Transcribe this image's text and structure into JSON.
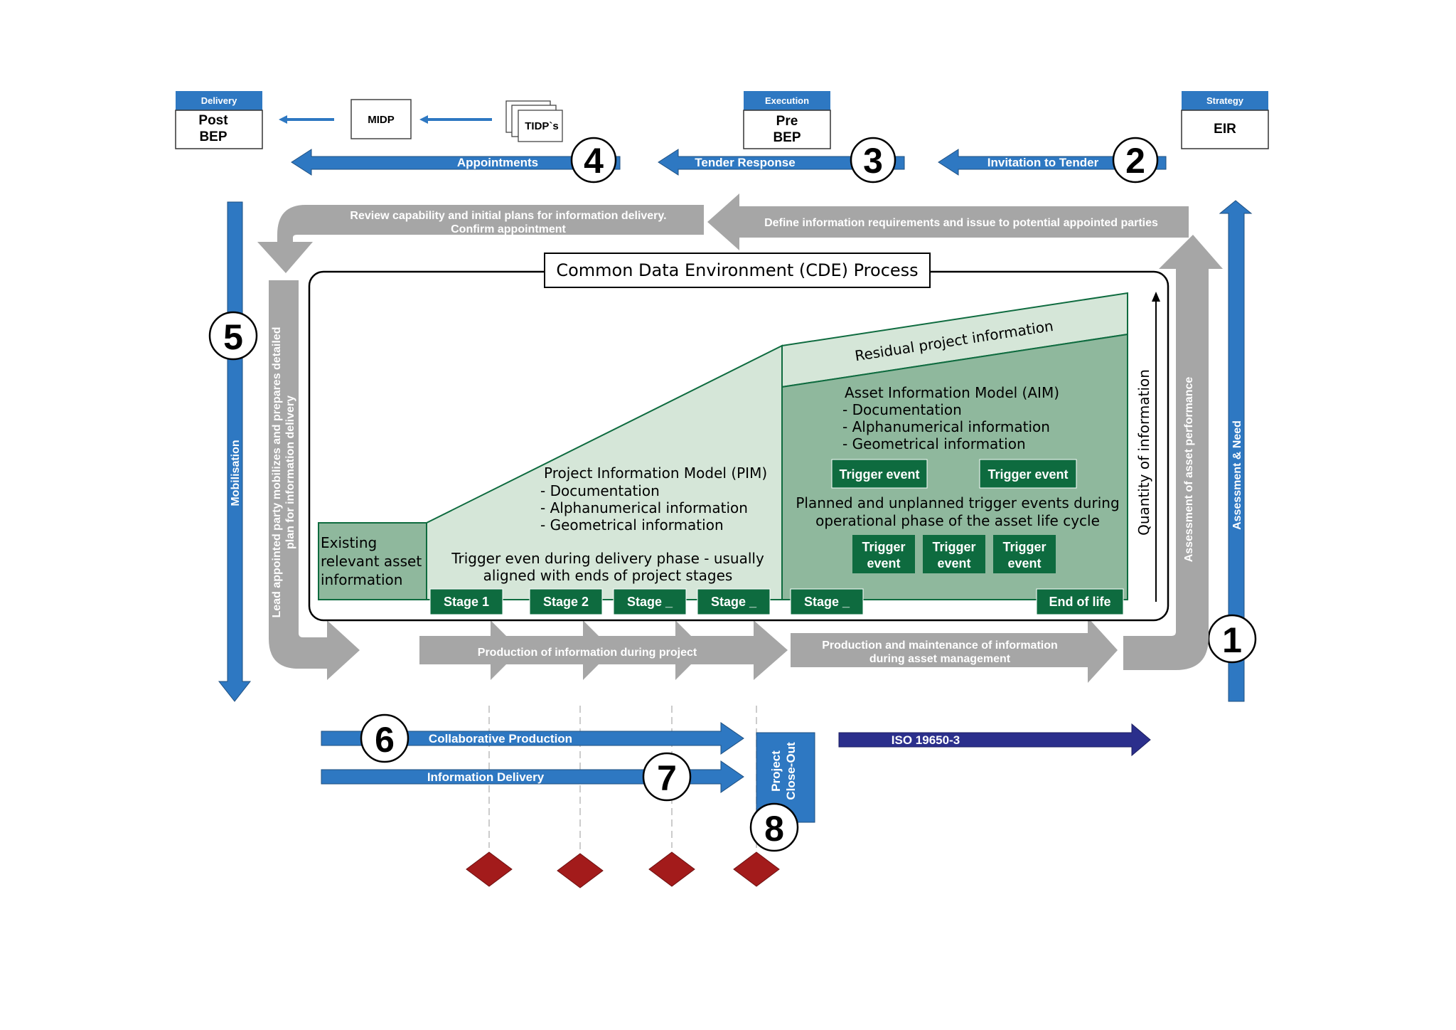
{
  "cde_title": "Common Data Environment (CDE) Process",
  "boxes": {
    "delivery": {
      "header": "Delivery",
      "line1": "Post",
      "line2": "BEP"
    },
    "midp": "MIDP",
    "tidp": "TIDP`s",
    "execution": {
      "header": "Execution",
      "line1": "Pre",
      "line2": "BEP"
    },
    "strategy": {
      "header": "Strategy",
      "line1": "EIR"
    }
  },
  "top_arrows": {
    "appointments": "Appointments",
    "tender_response": "Tender Response",
    "invitation": "Invitation to Tender"
  },
  "numbers": {
    "n1": "1",
    "n2": "2",
    "n3": "3",
    "n4": "4",
    "n5": "5",
    "n6": "6",
    "n7": "7",
    "n8": "8"
  },
  "side_labels": {
    "mobilisation": "Mobilisation",
    "assessment_need": "Assessment & Need",
    "assessment_performance": "Assessment of asset performance",
    "lead_line1": "Lead appointed party mobilizes and prepares detailed",
    "lead_line2": "plan for information delivery",
    "quantity": "Quantity of information"
  },
  "grey_arrows": {
    "review_line1": "Review capability and initial plans for information delivery.",
    "review_line2": "Confirm appointment",
    "define": "Define information requirements and issue to potential appointed parties",
    "production": "Production of information during project",
    "maintenance_line1": "Production and maintenance of information",
    "maintenance_line2": "during asset management"
  },
  "existing": {
    "line1": "Existing",
    "line2": "relevant asset",
    "line3": "information"
  },
  "pim": {
    "title": "Project Information Model (PIM)",
    "item1": "- Documentation",
    "item2": "- Alphanumerical information",
    "item3": "- Geometrical information",
    "trigger_line1": "Trigger even during delivery phase - usually",
    "trigger_line2": "aligned with ends of project stages"
  },
  "aim": {
    "title": "Asset Information Model (AIM)",
    "item1": "- Documentation",
    "item2": "- Alphanumerical information",
    "item3": "- Geometrical information",
    "planned_line1": "Planned and unplanned trigger events during",
    "planned_line2": "operational phase of the asset life cycle"
  },
  "residual": "Residual project information",
  "trigger_event": "Trigger event",
  "trigger_word": "Trigger",
  "event_word": "event",
  "stages": {
    "s1": "Stage 1",
    "s2": "Stage 2",
    "s3": "Stage _",
    "s4": "Stage _",
    "s5": "Stage _",
    "end": "End of life"
  },
  "bottom": {
    "collaborative": "Collaborative Production",
    "information_delivery": "Information Delivery",
    "closeout_line1": "Project",
    "closeout_line2": "Close-Out",
    "iso": "ISO 19650-3"
  },
  "colors": {
    "blue": "#2e78c2",
    "navy": "#2b2f8c",
    "grey_arrow": "#a6a6a6",
    "dark_green": "#0e6b3f",
    "mid_green": "#8fb89d",
    "light_green": "#d5e6d8",
    "diamond_red": "#a31b1b"
  }
}
